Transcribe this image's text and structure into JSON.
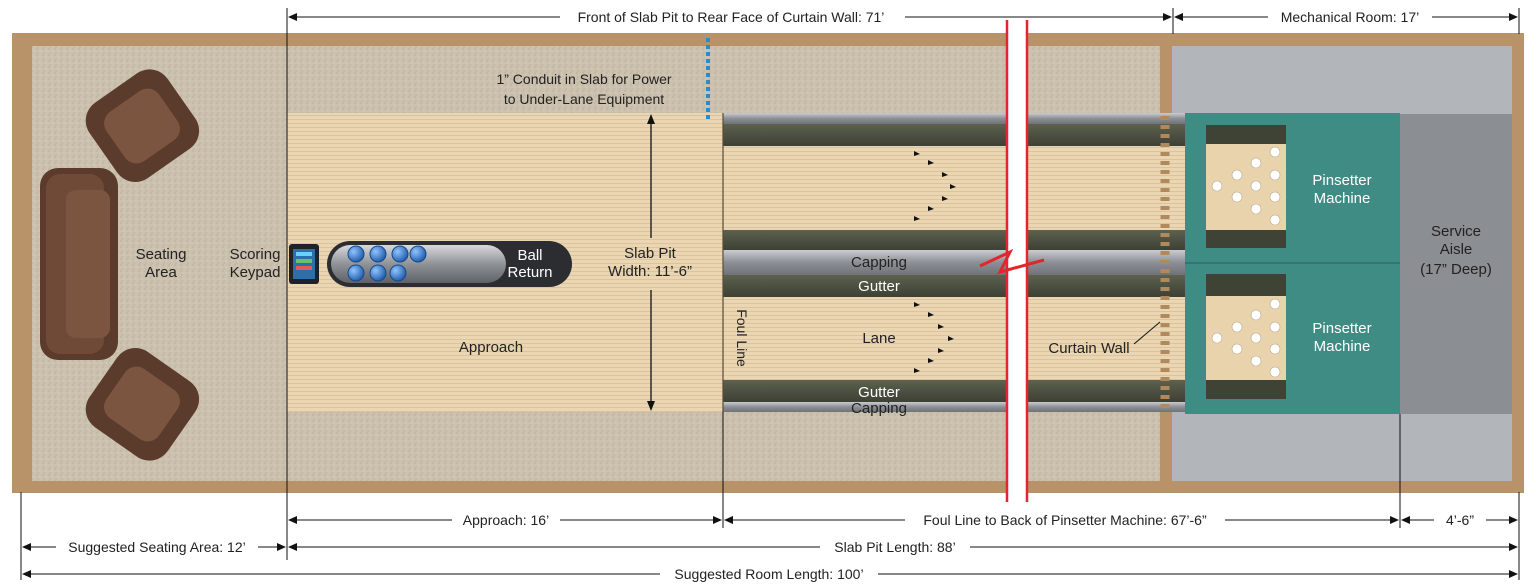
{
  "dimensions": {
    "slab_to_curtain": "Front of Slab Pit to Rear Face of Curtain Wall: 71’",
    "mechanical_room": "Mechanical Room: 17’",
    "approach": "Approach: 16’",
    "foul_to_pinsetter": "Foul Line to Back of Pinsetter Machine: 67’-6”",
    "service_depth": "4’-6”",
    "seating_area": "Suggested Seating Area: 12’",
    "slab_pit_length": "Slab Pit Length: 88’",
    "room_length": "Suggested Room Length: 100’"
  },
  "labels": {
    "conduit_line1": "1” Conduit in Slab for Power",
    "conduit_line2": "to Under-Lane Equipment",
    "seating_line1": "Seating",
    "seating_line2": "Area",
    "scoring_line1": "Scoring",
    "scoring_line2": "Keypad",
    "ball_return_line1": "Ball",
    "ball_return_line2": "Return",
    "slab_width_line1": "Slab Pit",
    "slab_width_line2": "Width: 11’-6”",
    "approach": "Approach",
    "foul_line": "Foul Line",
    "capping": "Capping",
    "gutter": "Gutter",
    "lane": "Lane",
    "gutter_bottom": "Gutter",
    "capping_bottom": "Capping",
    "curtain_wall": "Curtain Wall",
    "pinsetter_line1": "Pinsetter",
    "pinsetter_line2": "Machine",
    "service_line1": "Service",
    "service_line2": "Aisle",
    "service_line3": "(17” Deep)"
  },
  "colors": {
    "wall": "#b8936a",
    "carpet": "#cdc3b0",
    "slab_floor": "#c9bfae",
    "lane_wood": "#e9d4b0",
    "gutter": "#4e5140",
    "capping": "#9a9ea4",
    "pinsetter": "#3f8c85",
    "mechanical_floor": "#b2b5b9",
    "service_aisle": "#8b8e93",
    "furniture": "#6e4a37",
    "bowling_ball": "#2f6fc4",
    "conduit": "#2a8cc8"
  }
}
